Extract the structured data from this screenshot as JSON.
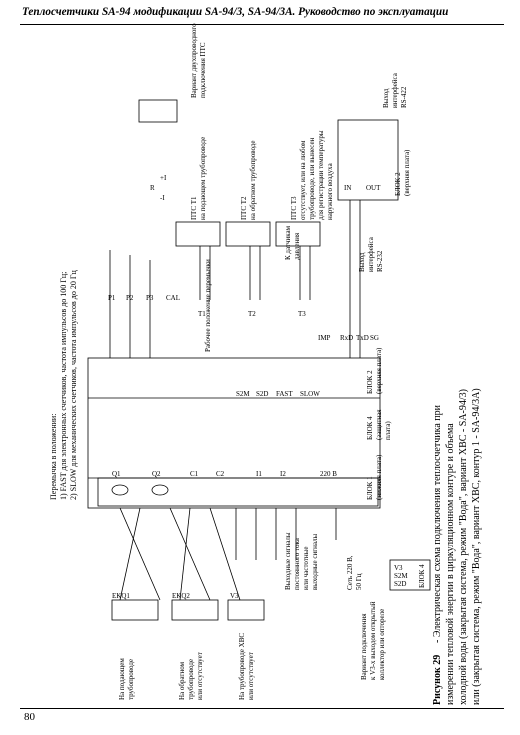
{
  "header": {
    "title": "Теплосчетчики SA-94 модификации SA-94/3, SA-94/3А. Руководство по эксплуатации"
  },
  "page_number": "80",
  "figure": {
    "caption_bold": "Рисунок 29",
    "caption_lines": [
      " - Электрическая схема подключения теплосчетчика при",
      "измерении тепловой энергии в циркуляционном контуре и объема",
      "холодной воды (закрытая система, режим \"Вода\", вариант ХВС - SA-94/3)",
      "или  (закрытая система, режим \"Вода\", вариант ХВС, контур 1 - SA-94/3А)"
    ]
  },
  "notes": {
    "jumpers": [
      "Перемычка в положении:",
      "1) FAST  для электронных счетчиков, частота импульсов до 100 Гц;",
      "2) SLOW  для механических счетчиков, частота импульсов до 20 Гц"
    ],
    "outputs": [
      "Выходные сигналы",
      "постоянного тока",
      "или частотные",
      "выходные сигналы"
    ],
    "mains": [
      "Сеть 220 В,",
      "50 Гц"
    ],
    "pressure": [
      "К датчикам",
      "давления"
    ],
    "jumper_pos": "Рабочее положение перемычки",
    "v3_option": [
      "Вариант подключения",
      "к V3-х выходом открытый",
      "коллектор или оптореле"
    ],
    "supply_pipe": [
      "На подающем",
      "трубопроводе"
    ],
    "return_pipe": [
      "На обратном",
      "трубопроводе",
      "или отсутствует"
    ],
    "cold_pipe": [
      "На трубопроводе ХВС",
      "или отсутствует"
    ]
  },
  "blocks": {
    "b1": [
      "БЛОК 1",
      "(нижняя плата)"
    ],
    "b4": [
      "БЛОК 4",
      "(защитная",
      "плата)"
    ],
    "b2": [
      "БЛОК 2",
      "(верхняя плата)"
    ],
    "b2_iface": [
      "БЛОК 2",
      "(верхняя плата)"
    ],
    "b4_small": "БЛОК 4"
  },
  "sensors": {
    "t1": [
      "ПТС Т1",
      "на подающем трубопроводе"
    ],
    "t2": [
      "ПТС Т2",
      "на обратном трубопроводе"
    ],
    "t3": [
      "ПТС Т3",
      "отсутствует, или на любом",
      "трубопроводе, или вынесен",
      "для регистрации температуры",
      "наружного воздуха"
    ],
    "two_wire": [
      "Вариант двухпроводного",
      "подключения ПТС"
    ]
  },
  "iface": {
    "rs232": [
      "Выход",
      "интерфейса",
      "RS-232"
    ],
    "rs422": [
      "Выход",
      "интерфейса",
      "RS-422"
    ]
  },
  "labels": {
    "eq1": "EKQ1",
    "eq2": "EKQ2",
    "v3": "V3",
    "q1": "Q1",
    "q2": "Q2",
    "c1": "C1",
    "c2": "C2",
    "i1": "I1",
    "i2": "I2",
    "v220": "220 В",
    "s2m": "S2M",
    "s2d": "S2D",
    "fast": "FAST",
    "slow": "SLOW",
    "p1": "P1",
    "p2": "P2",
    "p3": "P3",
    "cal": "CAL",
    "t1": "T1",
    "t2": "T2",
    "t3": "T3",
    "imp": "IMP",
    "rxd": "RxD",
    "txd": "TxD",
    "sg": "SG",
    "in": "IN",
    "out": "OUT",
    "r": "R",
    "plus_i": "+I",
    "minus_i": "-I",
    "s2m_small": "S2M",
    "s2d_small": "S2D",
    "v3_small": "V3"
  }
}
